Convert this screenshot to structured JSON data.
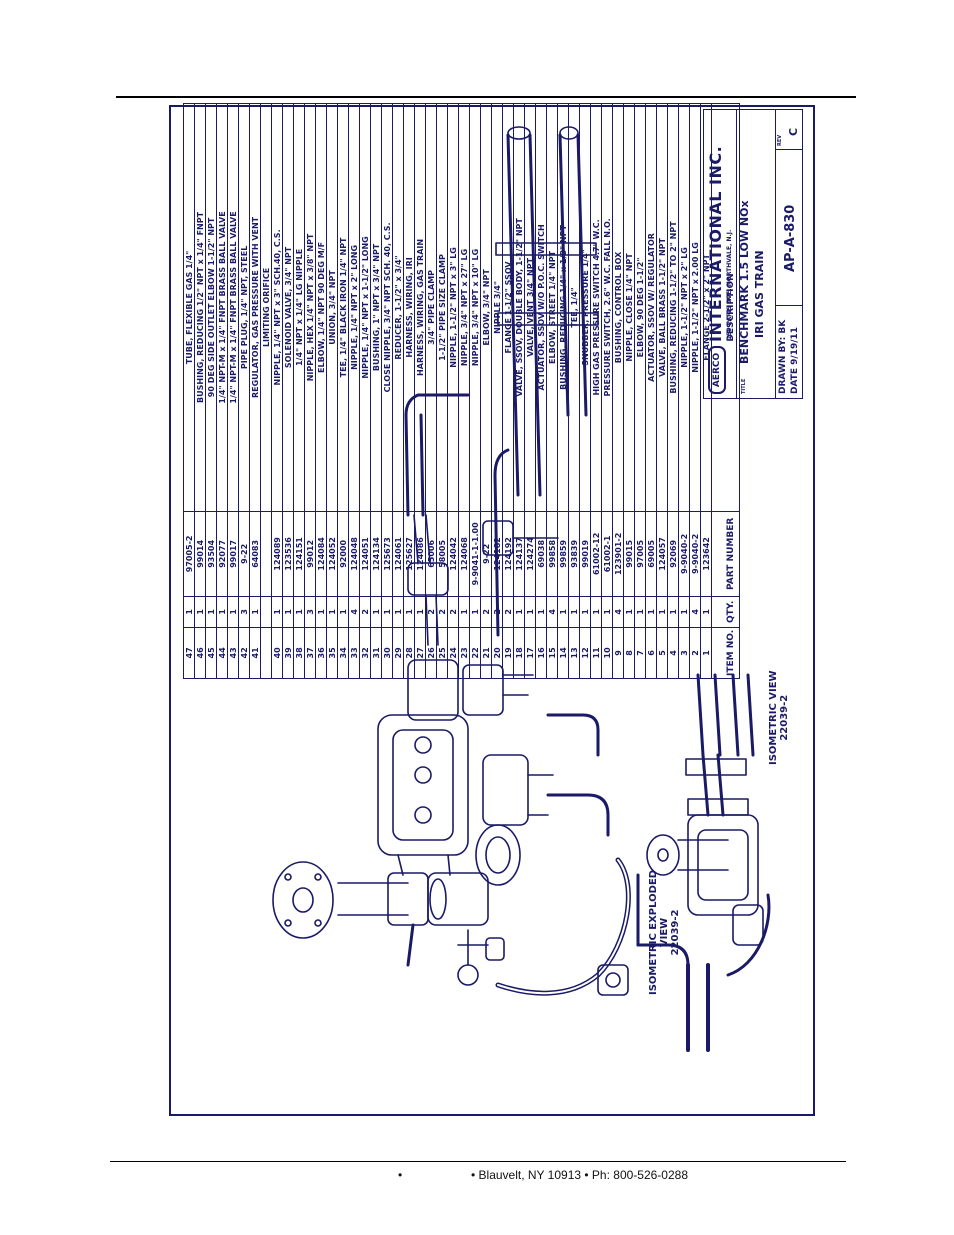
{
  "bom": {
    "rows": [
      {
        "item": "47",
        "qty": "1",
        "part": "97005-2",
        "desc": "TUBE, FLEXIBLE GAS 1/4\""
      },
      {
        "item": "46",
        "qty": "1",
        "part": "99014",
        "desc": "BUSHING, REDUCING 1/2\" NPT x 1/4\" FNPT"
      },
      {
        "item": "45",
        "qty": "1",
        "part": "93504",
        "desc": "90 DEG SIDE OUTLET ELBOW 1-1/2\" NPT"
      },
      {
        "item": "44",
        "qty": "1",
        "part": "92077",
        "desc": "1/4\" NPT-M x 1/4\" FNPT BRASS BALL VALVE"
      },
      {
        "item": "43",
        "qty": "1",
        "part": "99017",
        "desc": "1/4\" NPT-M x 1/4\" FNPT BRASS BALL VALVE"
      },
      {
        "item": "42",
        "qty": "3",
        "part": "9-22",
        "desc": "PIPE PLUG, 1/4\" NPT, STEEL"
      },
      {
        "item": "41",
        "qty": "1",
        "part": "64083",
        "desc": "REGULATOR, GAS PRESSURE WITH VENT"
      },
      {
        "item": "",
        "qty": "",
        "part": "",
        "desc": "LIMITING ORIFICE"
      },
      {
        "item": "40",
        "qty": "1",
        "part": "124089",
        "desc": "NIPPLE, 1/4\" NPT x 3\" SCH.40, C.S."
      },
      {
        "item": "39",
        "qty": "1",
        "part": "123536",
        "desc": "SOLENOID VALVE, 3/4\" NPT"
      },
      {
        "item": "38",
        "qty": "1",
        "part": "124151",
        "desc": "1/4\" NPT x 1/4\" LG NIPPLE"
      },
      {
        "item": "37",
        "qty": "3",
        "part": "99012",
        "desc": "NIPPLE, HEX 1/4\" NPT x 3/8\" NPT"
      },
      {
        "item": "36",
        "qty": "1",
        "part": "124084",
        "desc": "ELBOW, 1/4\" NPT 90 DEG M/F"
      },
      {
        "item": "35",
        "qty": "1",
        "part": "124052",
        "desc": "UNION, 3/4\" NPT"
      },
      {
        "item": "34",
        "qty": "1",
        "part": "92000",
        "desc": "TEE, 1/4\" BLACK IRON 1/4\" NPT"
      },
      {
        "item": "33",
        "qty": "4",
        "part": "124048",
        "desc": "NIPPLE, 1/4\" NPT x 2\" LONG"
      },
      {
        "item": "32",
        "qty": "2",
        "part": "124051",
        "desc": "NIPPLE, 1/4\" NPT x 1-1/2\" LONG"
      },
      {
        "item": "31",
        "qty": "1",
        "part": "124134",
        "desc": "BUSHING, 1\" NPT x 3/4\" NPT"
      },
      {
        "item": "30",
        "qty": "1",
        "part": "125673",
        "desc": "CLOSE NIPPLE, 3/4\" NPT SCH. 40, C.S."
      },
      {
        "item": "29",
        "qty": "1",
        "part": "124061",
        "desc": "REDUCER, 1-1/2\" x 3/4\""
      },
      {
        "item": "28",
        "qty": "1",
        "part": "125627",
        "desc": "HARNESS, WIRING, IRI"
      },
      {
        "item": "27",
        "qty": "1",
        "part": "124086",
        "desc": "HARNESS, WIRING, GAS TRAIN"
      },
      {
        "item": "26",
        "qty": "2",
        "part": "65006",
        "desc": "3/4\" PIPE CLAMP"
      },
      {
        "item": "25",
        "qty": "2",
        "part": "58005",
        "desc": "1-1/2\" PIPE SIZE CLAMP"
      },
      {
        "item": "24",
        "qty": "2",
        "part": "124042",
        "desc": "NIPPLE, 1-1/2\" NPT x 3\" LG"
      },
      {
        "item": "23",
        "qty": "1",
        "part": "124068",
        "desc": "NIPPLE, 3/4\" NPT x 27\" LG"
      },
      {
        "item": "22",
        "qty": "1",
        "part": "9-9041-1-1.00",
        "desc": "NIPPLE, 3/4\" NPT x 10\" LG"
      },
      {
        "item": "21",
        "qty": "2",
        "part": "9-22",
        "desc": "ELBOW, 3/4\" NPT"
      },
      {
        "item": "20",
        "qty": "2",
        "part": "124182",
        "desc": "NIPPLE 3/4\""
      },
      {
        "item": "19",
        "qty": "2",
        "part": "124192",
        "desc": "FLANGE 1-1/2\" SSOV"
      },
      {
        "item": "18",
        "qty": "1",
        "part": "124137",
        "desc": "VALVE, SSOV, DOUBLE BODY, 1-1/2\" NPT"
      },
      {
        "item": "17",
        "qty": "1",
        "part": "124274",
        "desc": "VALVE, VENT 3/4\" NPT"
      },
      {
        "item": "16",
        "qty": "1",
        "part": "69038",
        "desc": "ACTUATOR, SSOV W/O P.O.C. SWITCH"
      },
      {
        "item": "15",
        "qty": "4",
        "part": "99858",
        "desc": "ELBOW, STREET 1/4\" NPT"
      },
      {
        "item": "14",
        "qty": "1",
        "part": "99859",
        "desc": "BUSHING, REDUCING 1/4\" x 1/8\" NPT"
      },
      {
        "item": "13",
        "qty": "1",
        "part": "93839",
        "desc": "TEE, 1/4\""
      },
      {
        "item": "12",
        "qty": "1",
        "part": "99019",
        "desc": "SNUBBER, PRESSURE 1/4\""
      },
      {
        "item": "11",
        "qty": "1",
        "part": "61002-12",
        "desc": "HIGH GAS PRESSURE SWITCH 4.7\" W.C."
      },
      {
        "item": "10",
        "qty": "1",
        "part": "61002-1",
        "desc": "PRESSURE SWITCH, 2.6\" W.C. FALL N.O."
      },
      {
        "item": "9",
        "qty": "4",
        "part": "123901-2",
        "desc": "BUSHING, CONTROL BOX"
      },
      {
        "item": "8",
        "qty": "1",
        "part": "99015",
        "desc": "NIPPLE, CLOSE 1/4\" NPT"
      },
      {
        "item": "7",
        "qty": "1",
        "part": "97005",
        "desc": "ELBOW, 90 DEG 1-1/2\""
      },
      {
        "item": "6",
        "qty": "1",
        "part": "69005",
        "desc": "ACTUATOR, SSOV W/ REGULATOR"
      },
      {
        "item": "5",
        "qty": "1",
        "part": "124057",
        "desc": "VALVE, BALL BRASS 1-1/2\" NPT"
      },
      {
        "item": "4",
        "qty": "1",
        "part": "92069",
        "desc": "BUSHING, REDUCING 1-1/2\" TO 2\" NPT"
      },
      {
        "item": "3",
        "qty": "1",
        "part": "9-9040-2",
        "desc": "NIPPLE, 1-1/2\" NPT x 2\" LG"
      },
      {
        "item": "2",
        "qty": "4",
        "part": "9-9040-2",
        "desc": "NIPPLE, 1-1/2\" NPT x 2.00 LG"
      },
      {
        "item": "1",
        "qty": "1",
        "part": "123642",
        "desc": "FLANGE 2-1/2\" x 2\" NPT"
      }
    ],
    "headers": {
      "item": "ITEM NO.",
      "qty": "QTY.",
      "part": "PART NUMBER",
      "desc": "DESCRIPTION"
    }
  },
  "title_block": {
    "logo": "AERCO",
    "company": "INTERNATIONAL INC.",
    "address": "159 PARIS AVE, NORTHVALE, N.J.",
    "title_label": "TITLE",
    "title_line1": "BENCHMARK 1.5 LOW NOx",
    "title_line2": "IRI GAS TRAIN",
    "drawn_by": "DRAWN BY: BK",
    "date": "DATE 9/19/11",
    "drawing_no": "AP-A-830",
    "rev_label": "REV",
    "rev": "C"
  },
  "views": {
    "exploded_line1": "ISOMETRIC EXPLODED",
    "exploded_line2": "VIEW",
    "exploded_line3": "22039-2",
    "iso_line1": "ISOMETRIC VIEW",
    "iso_line2": "22039-2"
  },
  "footer": {
    "bullet": "•",
    "text": "• Blauvelt, NY 10913  • Ph: 800-526-0288"
  },
  "colors": {
    "ink": "#1a1a66",
    "rule": "#000000"
  }
}
